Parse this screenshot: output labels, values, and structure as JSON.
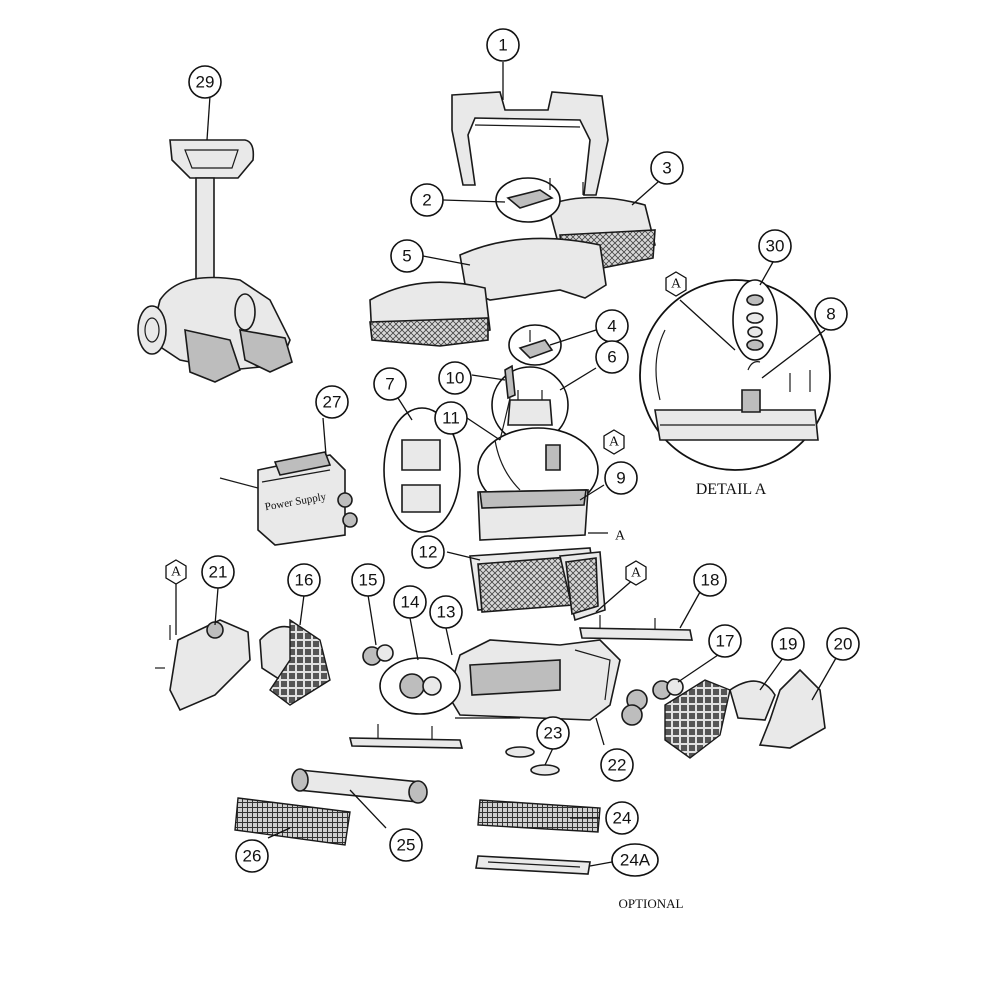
{
  "callouts": [
    "1",
    "2",
    "3",
    "4",
    "5",
    "6",
    "7",
    "8",
    "9",
    "10",
    "11",
    "12",
    "13",
    "14",
    "15",
    "16",
    "17",
    "18",
    "19",
    "20",
    "21",
    "22",
    "23",
    "24",
    "24A",
    "25",
    "26",
    "27",
    "29",
    "30"
  ],
  "section_marks": [
    "A",
    "A",
    "A",
    "A",
    "A",
    "A"
  ],
  "captions": {
    "detail": "DETAIL A",
    "optional": "OPTIONAL",
    "power_supply_label": "Power Supply"
  }
}
